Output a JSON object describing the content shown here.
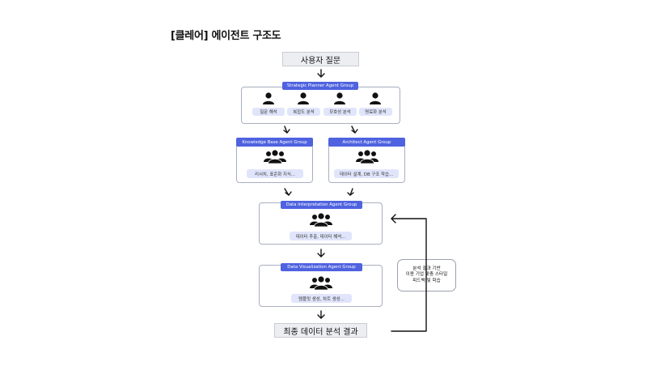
{
  "title": "[클레어] 에이전트 구조도",
  "input_step": "사용자 질문",
  "output_step": "최종 데이터 분석 결과",
  "groups": {
    "strategic": {
      "header": "Strategic Planner Agent Group",
      "items": [
        "질문 해석",
        "복잡도 분석",
        "모호성 분석",
        "명료화 분석"
      ]
    },
    "knowledge": {
      "header": "Knowledge Base Agent  Group",
      "item": "리서치, 표준화 지식..."
    },
    "architect": {
      "header": "Architect Agent  Group",
      "item": "데이터 설계, DB 구조 학습..."
    },
    "interpretation": {
      "header": "Data Interpretation Agent Group",
      "item": "데이터 추출, 데이터 해석..."
    },
    "visualization": {
      "header": "Data Visualization Agent Group",
      "item": "템플릿 생성, 차트 생성..."
    }
  },
  "feedback": {
    "lines": [
      "분석 결과 기반",
      "이용 기업 맞춤 스타일",
      "피드백 및 학습"
    ]
  },
  "icons": {
    "single_agent": "person-icon",
    "agent_group": "people-group-icon",
    "flow_arrow": "arrow-down-icon",
    "feedback_arrow": "arrow-left-icon"
  },
  "colors": {
    "header_blue": "#4f62e0",
    "pill_bg": "#e1e5fb",
    "step_bg": "#eceef1"
  }
}
